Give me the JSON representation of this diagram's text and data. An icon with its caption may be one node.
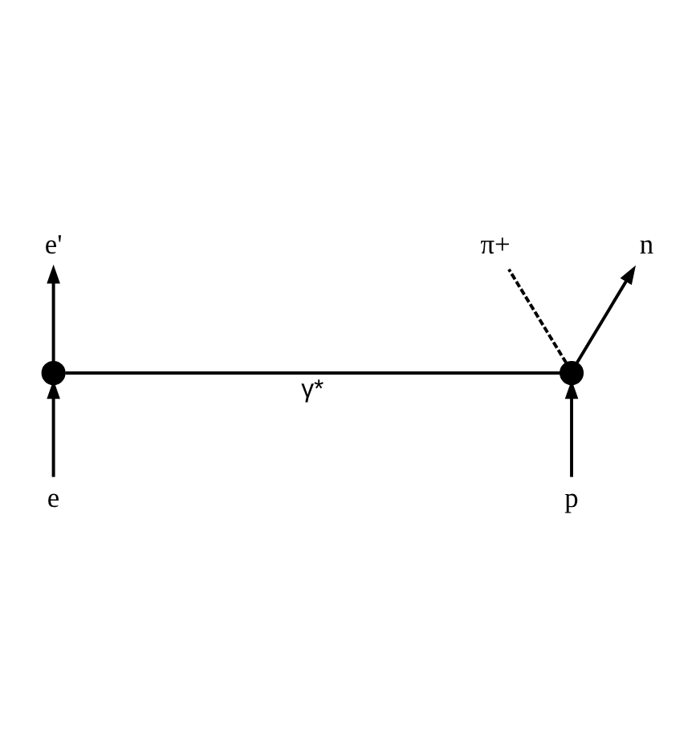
{
  "diagram": {
    "nodes": [
      {
        "text": [
          "e'"
        ]
      },
      {
        "text": [
          "π+"
        ]
      },
      {
        "text": [
          "n"
        ]
      },
      {
        "text": [],
        "shape": "circle"
      },
      {
        "text": [],
        "shape": "circle"
      },
      {
        "text": [
          "e"
        ]
      },
      {
        "text": [
          "p"
        ]
      }
    ],
    "edges": [
      {
        "from": 5,
        "to": 3,
        "arrow": "to"
      },
      {
        "from": 3,
        "to": 0,
        "arrow": "to"
      },
      {
        "from": 3,
        "to": 4,
        "arrow": "none",
        "label": "γ*"
      },
      {
        "from": 6,
        "to": 4,
        "arrow": "to"
      },
      {
        "from": 4,
        "to": 1,
        "arrow": "none",
        "style": "dashed"
      },
      {
        "from": 4,
        "to": 2,
        "arrow": "to"
      }
    ]
  }
}
